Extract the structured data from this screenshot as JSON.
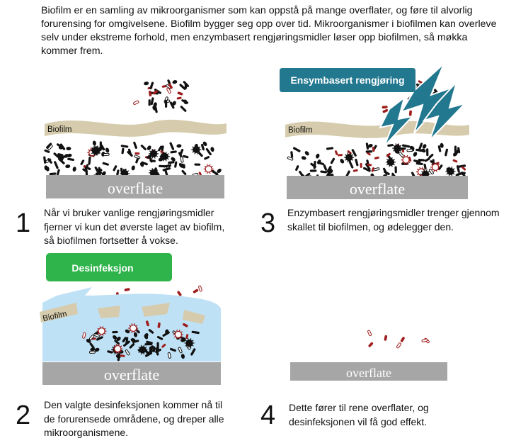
{
  "intro": "Biofilm er en samling av mikroorganismer som kan oppstå på mange overflater, og føre til alvorlig forurensing for omgivelsene. Biofilm bygger seg opp over tid. Mikroorganismer i biofilmen kan overleve selv under ekstreme forhold, men enzymbasert rengjøringsmidler løser opp biofilmen, så møkka kommer frem.",
  "labels": {
    "surface": "overflate",
    "biofilm": "Biofilm"
  },
  "colors": {
    "surface": "#a6a6a6",
    "biofilm": "#d6ccad",
    "enzyme": "#22788f",
    "disinfection": "#2eb44a",
    "liquid": "#bfe1f5",
    "microbe": "#111111",
    "microbe_red": "#9e1c1c"
  },
  "steps": [
    {
      "number": "1",
      "text": "Når vi bruker vanlige rengjøringsmidler fjerner vi kun det øverste laget av biofilm, så biofilmen fortsetter å vokse."
    },
    {
      "number": "3",
      "text": "Enzymbasert rengjøringsmidler trenger gjennom skallet til biofilmen, og ødelegger den.",
      "callout": "Ensymbasert rengjøring"
    },
    {
      "number": "2",
      "text": "Den valgte desinfeksjonen kommer nå til de forurensede områdene, og dreper alle mikroorganismene.",
      "callout": "Desinfeksjon"
    },
    {
      "number": "4",
      "text": "Dette fører til rene overflater, og desinfeksjonen vil få god effekt."
    }
  ]
}
